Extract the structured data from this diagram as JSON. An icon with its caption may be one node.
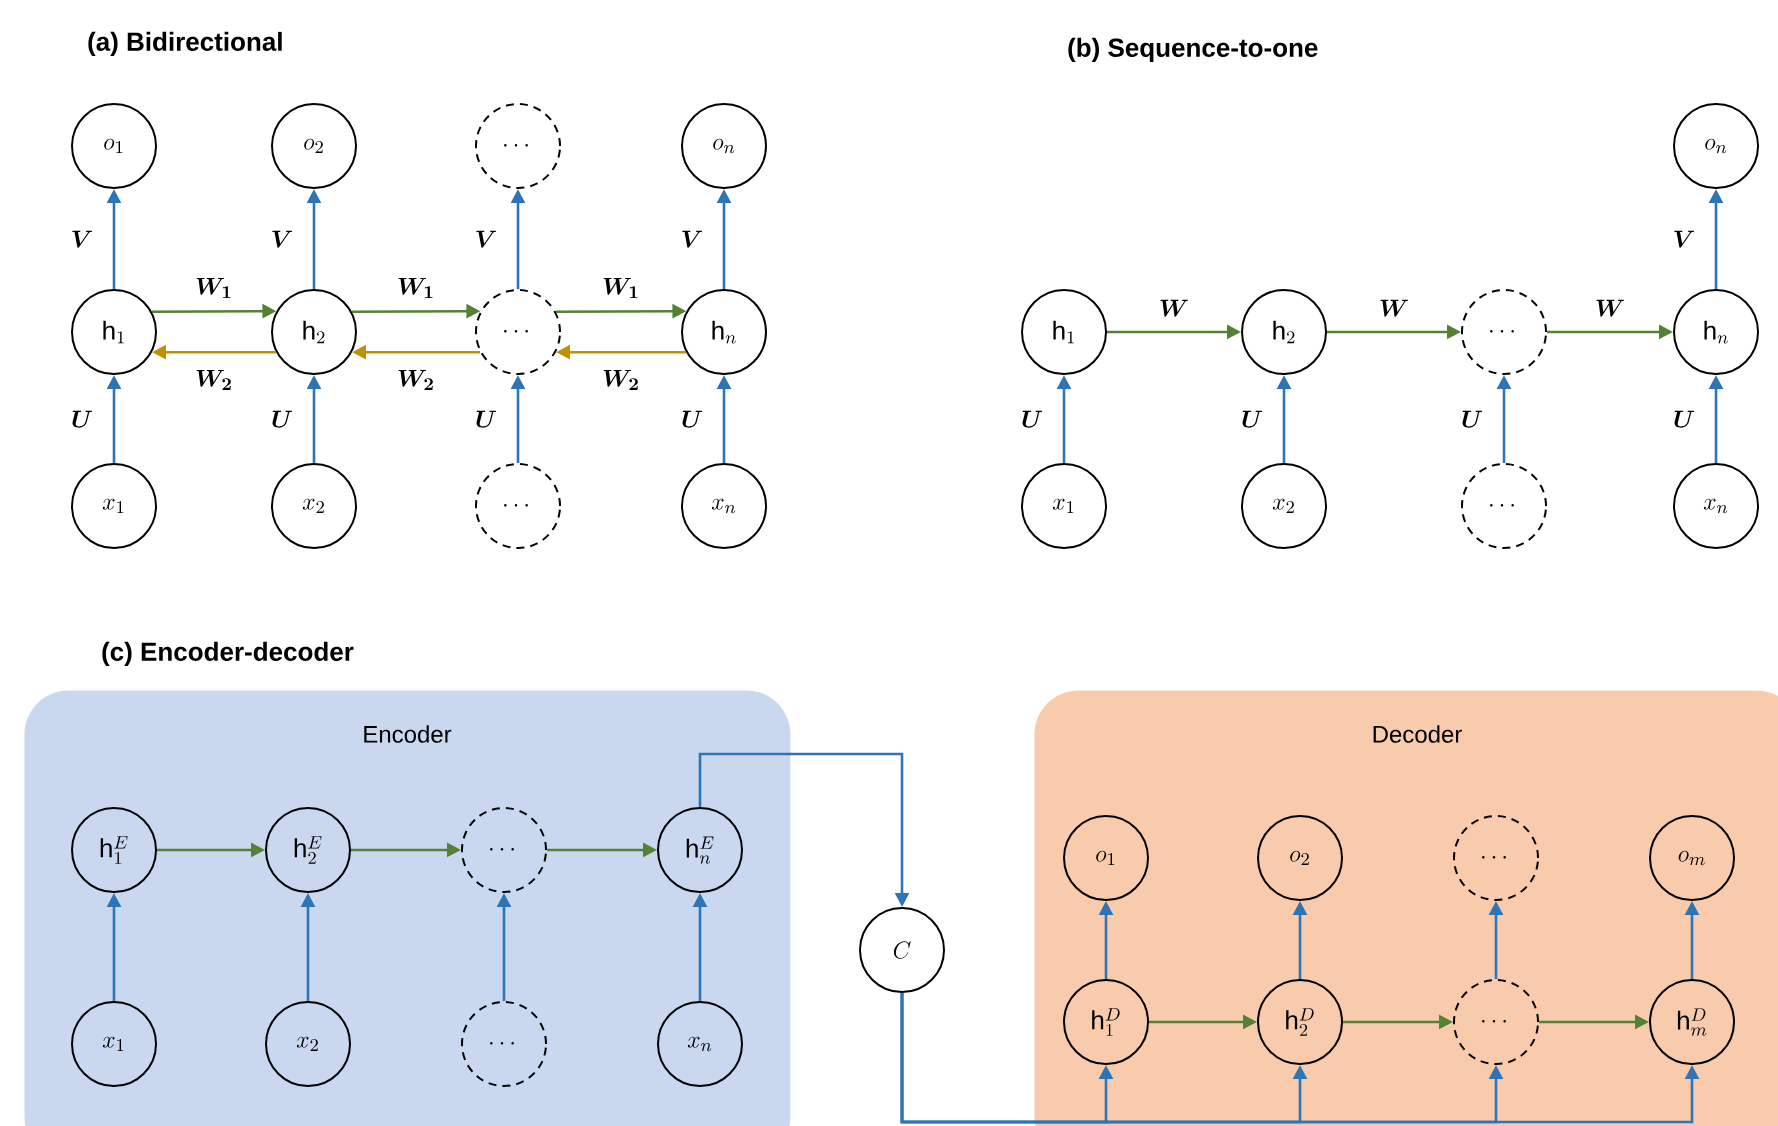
{
  "diagram": {
    "nodes": [
      {
        "text": [
          "o_{1}"
        ]
      },
      {
        "text": [
          "o_{2}"
        ]
      },
      {
        "text": [
          "\\cdots"
        ]
      },
      {
        "text": [
          "o_{n}"
        ]
      },
      {
        "text": [
          "\\mathrm{h}_{1}"
        ]
      },
      {
        "text": [
          "\\mathrm{h}_{2}"
        ]
      },
      {
        "text": [
          "\\cdots"
        ]
      },
      {
        "text": [
          "\\mathrm{h}_{n}"
        ]
      },
      {
        "text": [
          "x_{1}"
        ]
      },
      {
        "text": [
          "x_{2}"
        ]
      },
      {
        "text": [
          "\\cdots"
        ]
      },
      {
        "text": [
          "x_{n}"
        ]
      },
      {
        "text": [
          "o_{n}"
        ]
      },
      {
        "text": [
          "\\mathrm{h}_{1}"
        ]
      },
      {
        "text": [
          "\\mathrm{h}_{2}"
        ]
      },
      {
        "text": [
          "\\cdots"
        ]
      },
      {
        "text": [
          "\\mathrm{h}_{n}"
        ]
      },
      {
        "text": [
          "x_{1}"
        ]
      },
      {
        "text": [
          "x_{2}"
        ]
      },
      {
        "text": [
          "\\cdots"
        ]
      },
      {
        "text": [
          "x_{n}"
        ]
      },
      {
        "text": [
          "Encoder"
        ]
      },
      {
        "text": [
          "\\mathrm{h}^{E}_{1}"
        ],
        "in": 21
      },
      {
        "text": [
          "\\mathrm{h}^{E}_{2}"
        ],
        "in": 21
      },
      {
        "text": [
          "\\cdots"
        ],
        "in": 21
      },
      {
        "text": [
          "\\mathrm{h}^{E}_{n}"
        ],
        "in": 21
      },
      {
        "text": [
          "x_{1}"
        ],
        "in": 21
      },
      {
        "text": [
          "x_{2}"
        ],
        "in": 21
      },
      {
        "text": [
          "\\cdots"
        ],
        "in": 21
      },
      {
        "text": [
          "x_{n}"
        ],
        "in": 21
      },
      {
        "text": [
          "C"
        ]
      },
      {
        "text": [
          "Decoder"
        ]
      },
      {
        "text": [
          "o_{1}"
        ],
        "in": 31
      },
      {
        "text": [
          "o_{2}"
        ],
        "in": 31
      },
      {
        "text": [
          "\\cdots"
        ],
        "in": 31
      },
      {
        "text": [
          "o_{m}"
        ],
        "in": 31
      },
      {
        "text": [
          "\\mathrm{h}^{D}_{1}"
        ],
        "in": 31
      },
      {
        "text": [
          "\\mathrm{h}^{D}_{2}"
        ],
        "in": 31
      },
      {
        "text": [
          "\\cdots"
        ],
        "in": 31
      },
      {
        "text": [
          "\\mathrm{h}^{D}_{m}"
        ],
        "in": 31
      }
    ],
    "edges": [
      {
        "from": 4,
        "to": 0,
        "arrow": "to",
        "label": "\\bm{V}"
      },
      {
        "from": 5,
        "to": 1,
        "arrow": "to",
        "label": "\\bm{V}"
      },
      {
        "from": 6,
        "to": 2,
        "arrow": "to",
        "label": "\\bm{V}"
      },
      {
        "from": 7,
        "to": 3,
        "arrow": "to",
        "label": "\\bm{V}"
      },
      {
        "from": 8,
        "to": 4,
        "arrow": "to",
        "label": "\\bm{U}"
      },
      {
        "from": 9,
        "to": 5,
        "arrow": "to",
        "label": "\\bm{U}"
      },
      {
        "from": 10,
        "to": 6,
        "arrow": "to",
        "label": "\\bm{U}"
      },
      {
        "from": 11,
        "to": 7,
        "arrow": "to",
        "label": "\\bm{U}"
      },
      {
        "from": 4,
        "to": 5,
        "arrow": "to",
        "label": "\\bm{W_1}",
        "color": "#548235"
      },
      {
        "from": 5,
        "to": 6,
        "arrow": "to",
        "label": "\\bm{W_1}",
        "color": "#548235"
      },
      {
        "from": 6,
        "to": 7,
        "arrow": "to",
        "label": "\\bm{W_1}",
        "color": "#548235"
      },
      {
        "from": 7,
        "to": 6,
        "arrow": "to",
        "label": "\\bm{W_2}",
        "color": "#bf9000"
      },
      {
        "from": 6,
        "to": 5,
        "arrow": "to",
        "label": "\\bm{W_2}",
        "color": "#bf9000"
      },
      {
        "from": 5,
        "to": 4,
        "arrow": "to",
        "label": "\\bm{W_2}",
        "color": "#bf9000"
      },
      {
        "from": 16,
        "to": 12,
        "arrow": "to",
        "label": "\\bm{V}"
      },
      {
        "from": 13,
        "to": 14,
        "arrow": "to",
        "label": "\\bm{W}",
        "color": "#548235"
      },
      {
        "from": 14,
        "to": 15,
        "arrow": "to",
        "label": "\\bm{W}",
        "color": "#548235"
      },
      {
        "from": 15,
        "to": 16,
        "arrow": "to",
        "label": "\\bm{W}",
        "color": "#548235"
      },
      {
        "from": 17,
        "to": 13,
        "arrow": "to",
        "label": "\\bm{U}"
      },
      {
        "from": 18,
        "to": 14,
        "arrow": "to",
        "label": "\\bm{U}"
      },
      {
        "from": 19,
        "to": 15,
        "arrow": "to",
        "label": "\\bm{U}"
      },
      {
        "from": 20,
        "to": 16,
        "arrow": "to",
        "label": "\\bm{U}"
      },
      {
        "from": 22,
        "to": 23,
        "arrow": "to",
        "color": "#548235"
      },
      {
        "from": 23,
        "to": 24,
        "arrow": "to",
        "color": "#548235"
      },
      {
        "from": 24,
        "to": 25,
        "arrow": "to",
        "color": "#548235"
      },
      {
        "from": 26,
        "to": 22,
        "arrow": "to"
      },
      {
        "from": 27,
        "to": 23,
        "arrow": "to"
      },
      {
        "from": 28,
        "to": 24,
        "arrow": "to"
      },
      {
        "from": 29,
        "to": 25,
        "arrow": "to"
      },
      {
        "from": 25,
        "to": 30,
        "arrow": "to"
      },
      {
        "from": 30,
        "to": 36,
        "arrow": "to"
      },
      {
        "from": 30,
        "to": 37,
        "arrow": "to"
      },
      {
        "from": 30,
        "to": 38,
        "arrow": "to"
      },
      {
        "from": 30,
        "to": 39,
        "arrow": "to"
      },
      {
        "from": 36,
        "to": 32,
        "arrow": "to"
      },
      {
        "from": 37,
        "to": 33,
        "arrow": "to"
      },
      {
        "from": 38,
        "to": 34,
        "arrow": "to"
      },
      {
        "from": 39,
        "to": 35,
        "arrow": "to"
      },
      {
        "from": 36,
        "to": 37,
        "arrow": "to",
        "color": "#548235"
      },
      {
        "from": 37,
        "to": 38,
        "arrow": "to",
        "color": "#548235"
      },
      {
        "from": 38,
        "to": 39,
        "arrow": "to",
        "color": "#548235"
      }
    ],
    "labels": [
      "(a) Bidirectional",
      "(b) Sequence-to-one",
      "(c) Encoder-decoder"
    ]
  }
}
